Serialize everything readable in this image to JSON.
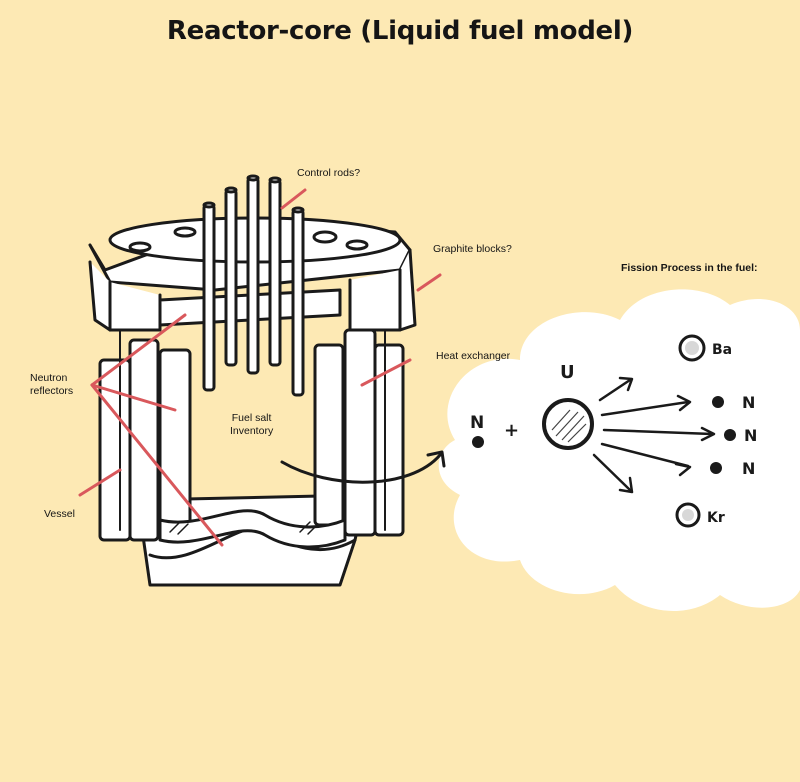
{
  "title": "Reactor-core (Liquid fuel model)",
  "labels": {
    "control_rods": "Control rods?",
    "graphite_blocks": "Graphite blocks?",
    "fission_process": "Fission Process in the fuel:",
    "heat_exchanger": "Heat exchanger",
    "neutron_reflectors_line1": "Neutron",
    "neutron_reflectors_line2": "reflectors",
    "fuel_salt_line1": "Fuel salt",
    "fuel_salt_line2": "Inventory",
    "vessel": "Vessel"
  },
  "fission": {
    "neutron": "N",
    "plus": "+",
    "uranium": "U",
    "barium": "Ba",
    "krypton": "Kr",
    "out_neutrons": [
      "N",
      "N",
      "N"
    ]
  },
  "colors": {
    "background": "#fde9b4",
    "leader_lines": "#d9585c",
    "ink": "#1a1a1a",
    "cloud": "#ffffff"
  }
}
